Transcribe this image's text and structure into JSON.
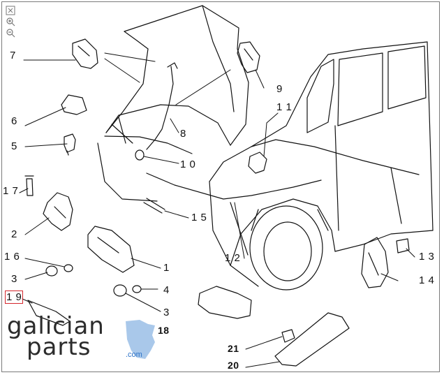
{
  "toolbar": {
    "tools": [
      {
        "name": "zoom-reset-icon"
      },
      {
        "name": "zoom-in-icon"
      },
      {
        "name": "zoom-out-icon"
      }
    ]
  },
  "callouts": [
    {
      "id": "7",
      "text": "7"
    },
    {
      "id": "9",
      "text": "9"
    },
    {
      "id": "6",
      "text": "6"
    },
    {
      "id": "11",
      "text": "1 1"
    },
    {
      "id": "5",
      "text": "5"
    },
    {
      "id": "8",
      "text": "8"
    },
    {
      "id": "10",
      "text": "1 0"
    },
    {
      "id": "17",
      "text": "1 7"
    },
    {
      "id": "15",
      "text": "1 5"
    },
    {
      "id": "2",
      "text": "2"
    },
    {
      "id": "16",
      "text": "1 6"
    },
    {
      "id": "12",
      "text": "1 2"
    },
    {
      "id": "13",
      "text": "1 3"
    },
    {
      "id": "1",
      "text": "1"
    },
    {
      "id": "3a",
      "text": "3"
    },
    {
      "id": "14",
      "text": "1 4"
    },
    {
      "id": "4",
      "text": "4"
    },
    {
      "id": "19",
      "text": "1 9"
    },
    {
      "id": "3b",
      "text": "3"
    },
    {
      "id": "18",
      "text": "18"
    },
    {
      "id": "21",
      "text": "21"
    },
    {
      "id": "20",
      "text": "20"
    }
  ],
  "selected_callout": "19",
  "logo": {
    "word_top": "galician",
    "word_bottom": "parts",
    "domain": ".com",
    "accent_color": "#2c72c7",
    "map_color": "#a9c8ea"
  },
  "colors": {
    "line": "#111111",
    "highlight": "#d4262b",
    "frame": "#7a7a7a"
  }
}
